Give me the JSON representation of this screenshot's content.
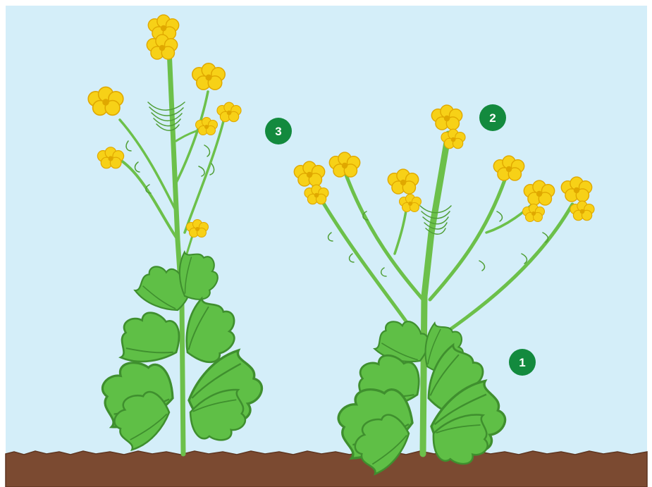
{
  "colors": {
    "sky": "#d4eef9",
    "soil": "#7b4a31",
    "soil_edge": "#5e3520",
    "stem": "#6cc04a",
    "stem_dark": "#4f9e36",
    "leaf": "#5fbf46",
    "leaf_dark": "#3f8f2e",
    "flower": "#f7d117",
    "flower_dark": "#e0a800",
    "badge": "#138a3e"
  },
  "labels": {
    "badge_1": "1",
    "badge_2": "2",
    "badge_3": "3"
  }
}
